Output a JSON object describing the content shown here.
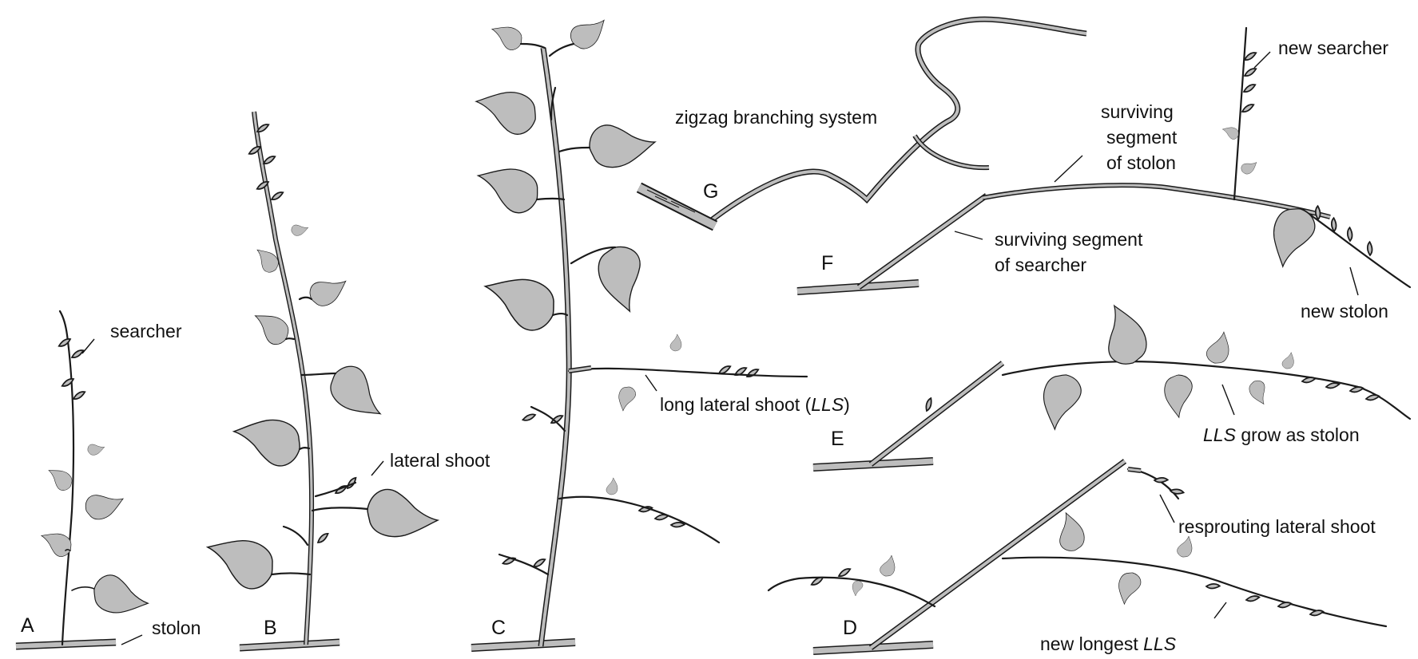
{
  "colors": {
    "leaf_fill": "#bdbdbd",
    "stem_fill": "#bdbdbd",
    "outline": "#1a1a1a"
  },
  "panels": {
    "a": "A",
    "b": "B",
    "c": "C",
    "d": "D",
    "e": "E",
    "f": "F",
    "g": "G"
  },
  "labels": {
    "searcher": "searcher",
    "stolon": "stolon",
    "lateral_shoot": "lateral shoot",
    "long_lateral_shoot_prefix": "long lateral shoot (",
    "lls_italic": "LLS",
    "long_lateral_shoot_suffix": ")",
    "zigzag": "zigzag branching system",
    "surviving_stolon_1": "surviving",
    "surviving_stolon_2": "segment",
    "surviving_stolon_3": "of stolon",
    "surviving_searcher_1": "surviving segment",
    "surviving_searcher_2": "of searcher",
    "new_searcher": "new searcher",
    "new_stolon": "new stolon",
    "lls_grow_suffix": " grow as stolon",
    "resprouting": "resprouting lateral shoot",
    "new_longest_prefix": "new longest "
  }
}
